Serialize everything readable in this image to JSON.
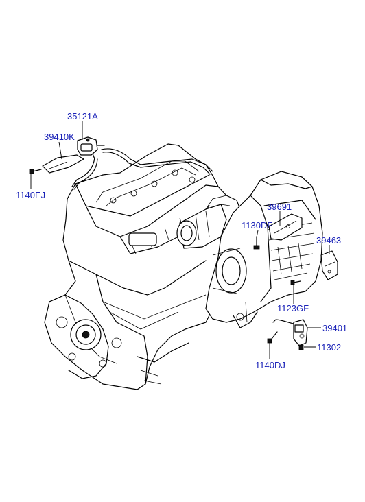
{
  "accent_color": "#1a22b8",
  "line_color": "#000000",
  "parts": {
    "p35121A": "35121A",
    "p39410K": "39410K",
    "p1140EJ": "1140EJ",
    "p39691": "39691",
    "p1130DF": "1130DF",
    "p39463": "39463",
    "p1123GF": "1123GF",
    "p39401": "39401",
    "p11302": "11302",
    "p1140DJ": "1140DJ"
  }
}
